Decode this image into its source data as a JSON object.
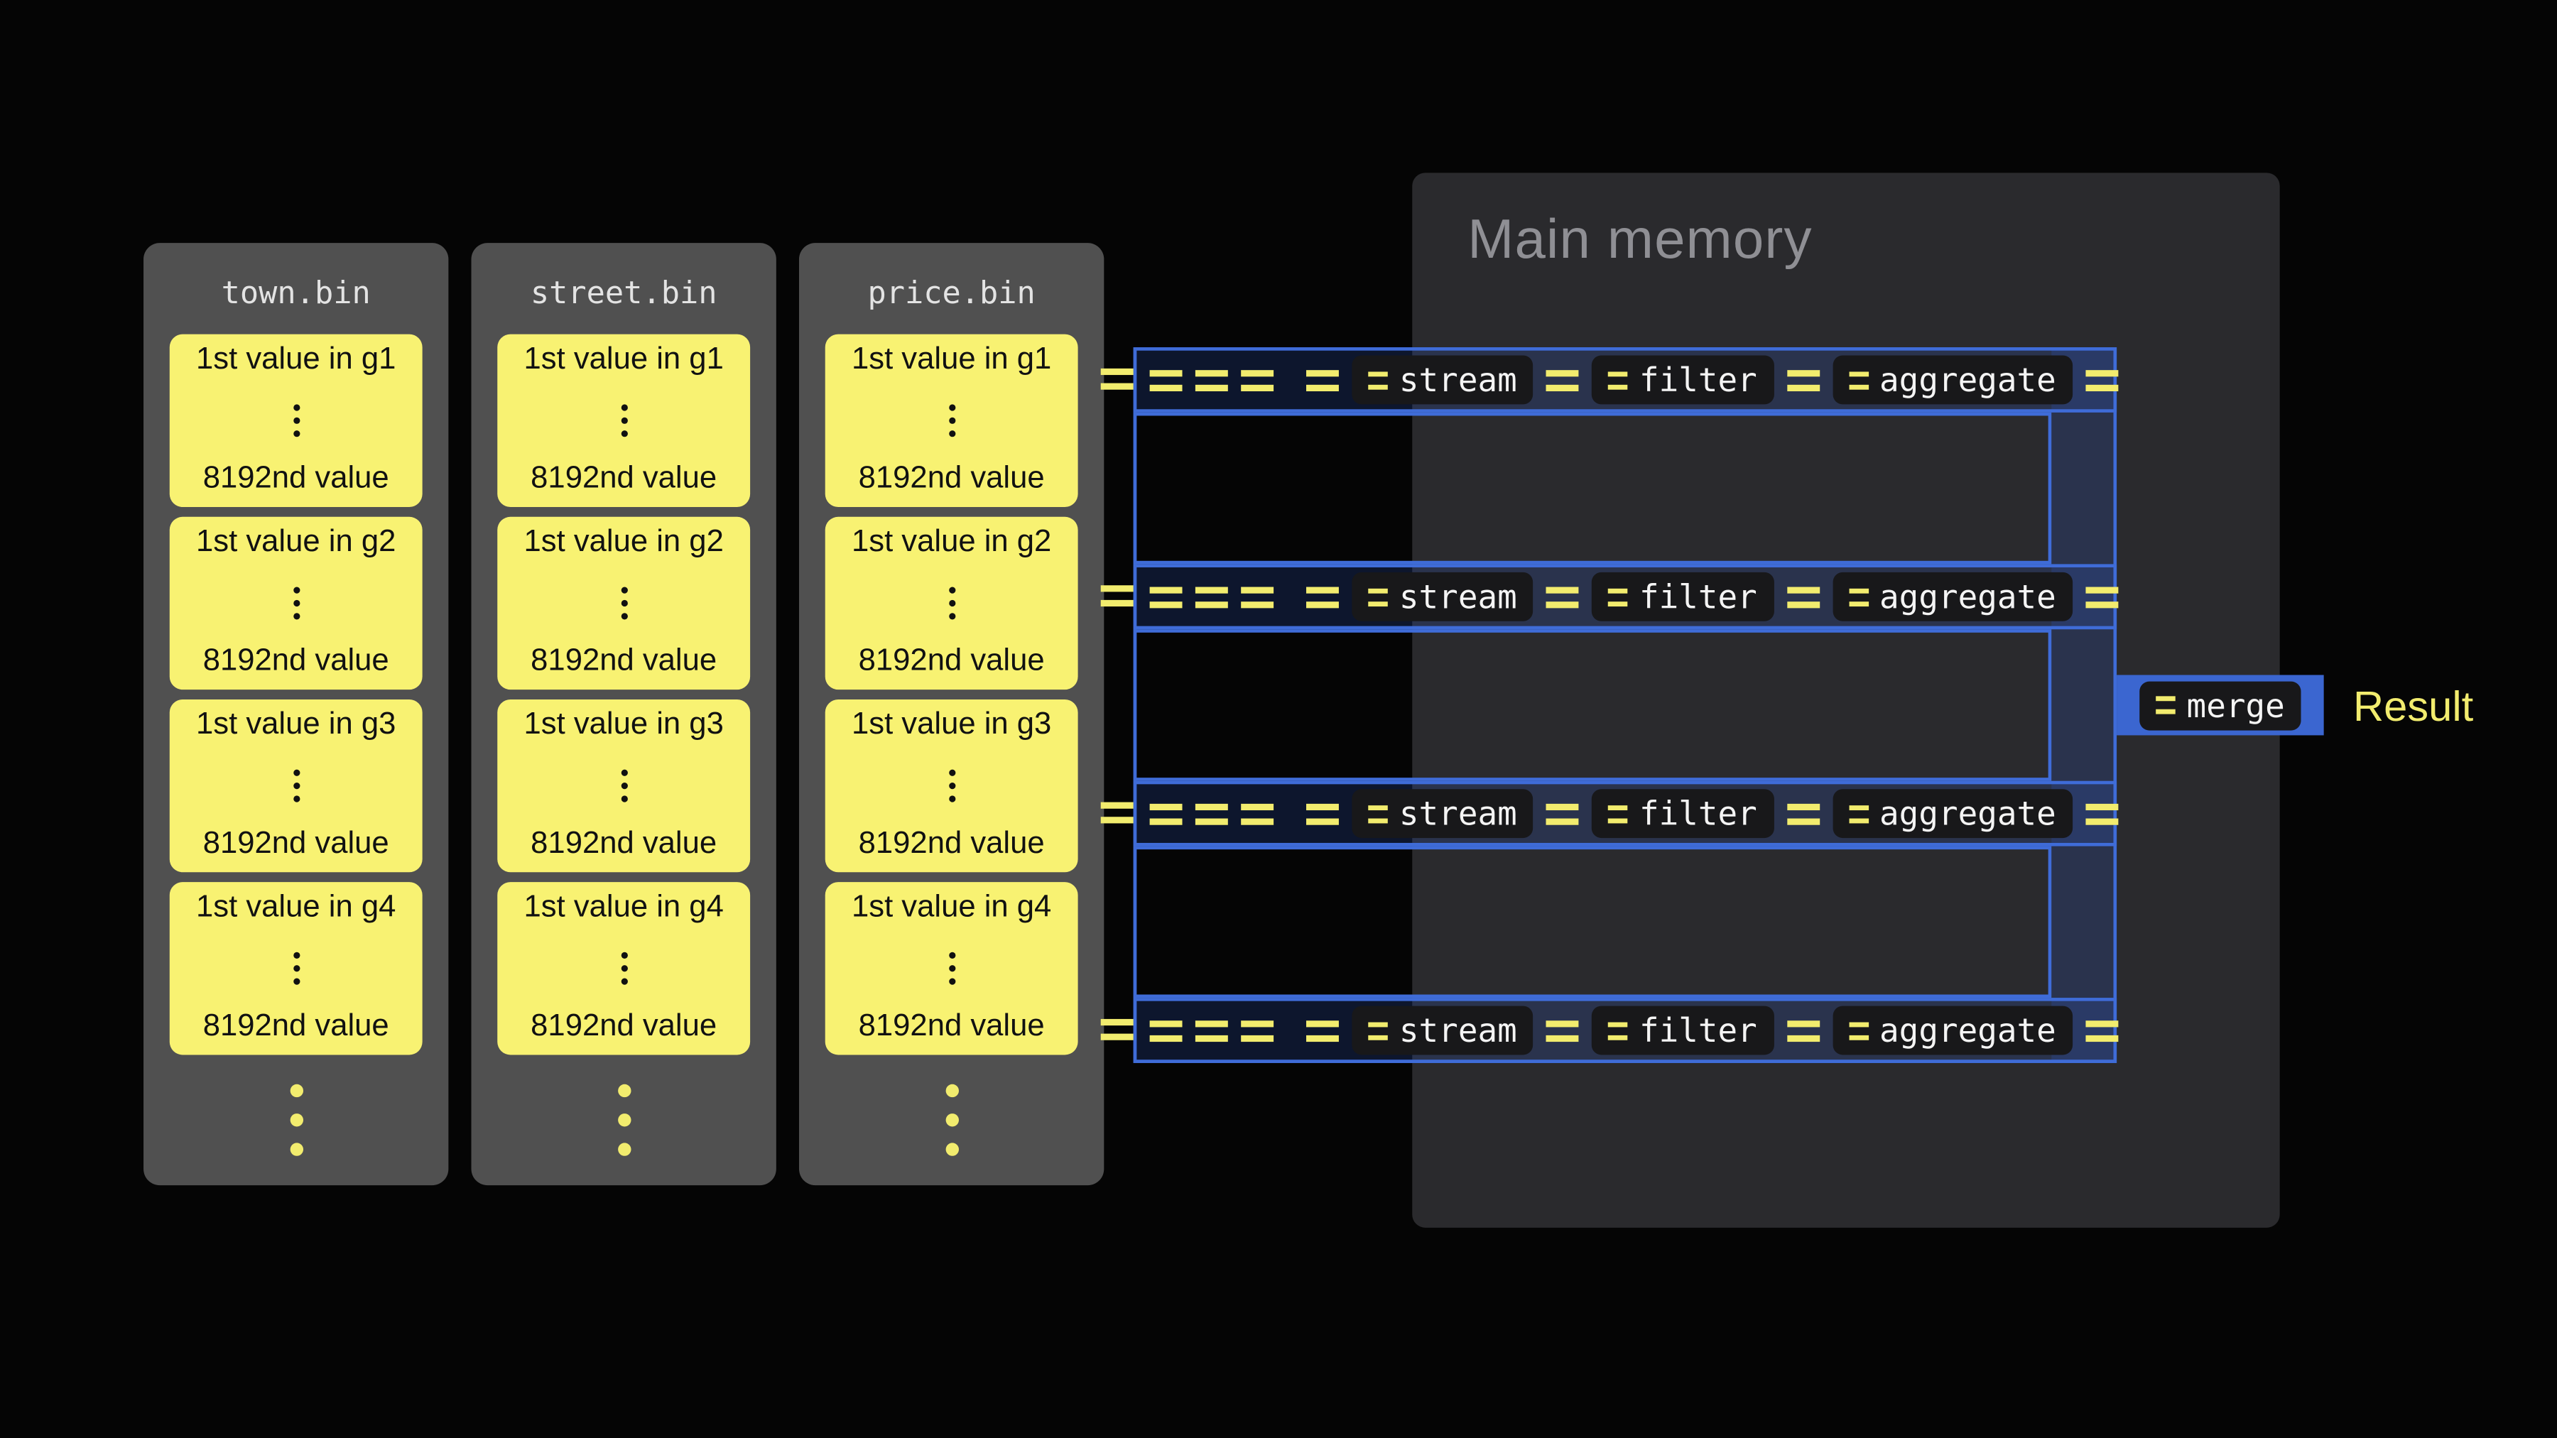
{
  "memory": {
    "title": "Main memory"
  },
  "files": {
    "panels": [
      {
        "name": "town.bin"
      },
      {
        "name": "street.bin"
      },
      {
        "name": "price.bin"
      }
    ],
    "groups": [
      {
        "first": "1st value in g1",
        "last": "8192nd value"
      },
      {
        "first": "1st value in g2",
        "last": "8192nd value"
      },
      {
        "first": "1st value in g3",
        "last": "8192nd value"
      },
      {
        "first": "1st value in g4",
        "last": "8192nd value"
      }
    ]
  },
  "pipeline": {
    "stages": [
      "stream",
      "filter",
      "aggregate"
    ],
    "lane_count": 4,
    "merge_label": "merge",
    "result_label": "Result"
  },
  "colors": {
    "yellow": "#f2ec6e",
    "blue": "#3f6cd8",
    "panel_gray": "#505050",
    "memory_bg": "#2a2a2d"
  }
}
